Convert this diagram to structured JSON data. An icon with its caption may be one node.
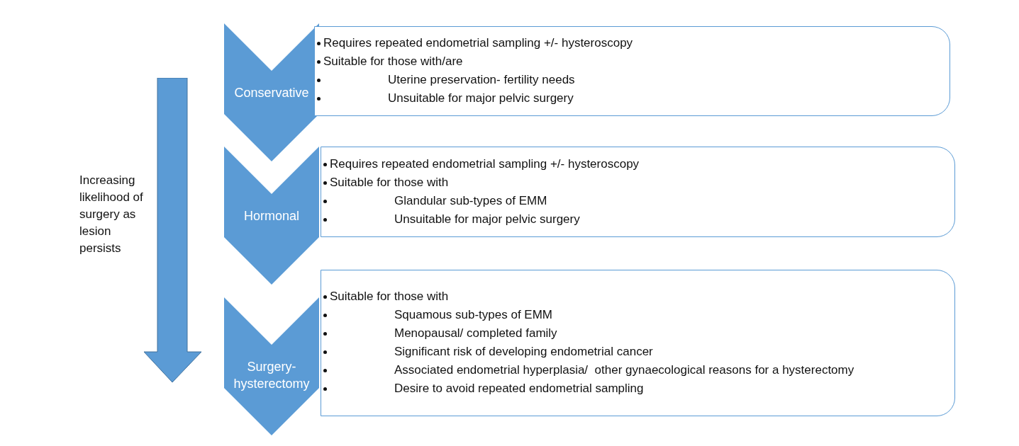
{
  "diagram": {
    "nodes": [
      {
        "text": [
          "Conservative"
        ]
      },
      {
        "text": [
          "Requires repeated endometrial sampling +/- hysteroscopy",
          "Suitable for those with/are",
          "Uterine preservation- fertility needs",
          "Unsuitable for major pelvic surgery"
        ]
      },
      {
        "text": [
          "Hormonal"
        ]
      },
      {
        "text": [
          "Requires repeated endometrial sampling +/- hysteroscopy",
          "Suitable for those with",
          "Glandular sub-types of EMM",
          "Unsuitable for major pelvic surgery"
        ]
      },
      {
        "text": [
          "Surgery- hysterectomy"
        ]
      },
      {
        "text": [
          "Suitable for those with",
          "Squamous sub-types of EMM",
          "Menopausal/ completed family",
          "Significant risk of developing endometrial cancer",
          "Associated endometrial hyperplasia/  other gynaecological reasons for a hysterectomy",
          "Desire to avoid repeated endometrial sampling"
        ]
      }
    ],
    "labels": [
      "Increasing likelihood of surgery as lesion persists"
    ]
  }
}
